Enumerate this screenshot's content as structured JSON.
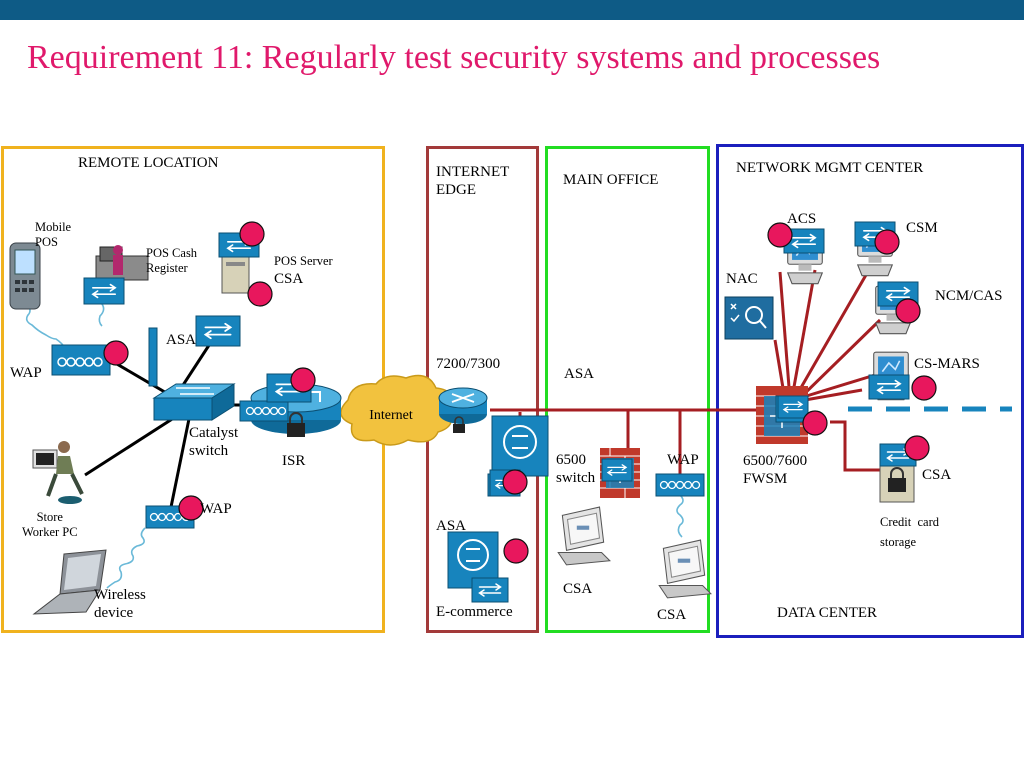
{
  "title": "Requirement 11: Regularly test security systems and processes",
  "zones": {
    "remote": "REMOTE LOCATION",
    "internet_edge": "INTERNET\nEDGE",
    "main_office": "MAIN OFFICE",
    "network_mgmt": "NETWORK MGMT CENTER",
    "data_center": "DATA CENTER"
  },
  "labels": {
    "mobile_pos": "Mobile\nPOS",
    "pos_cash_register": "POS Cash\nRegister",
    "pos_server": "POS Server",
    "csa_pos": "CSA",
    "asa_remote": "ASA",
    "wap_remote_1": "WAP",
    "catalyst_switch": "Catalyst\nswitch",
    "isr": "ISR",
    "internet": "Internet",
    "store_worker_pc": "Store\nWorker PC",
    "wap_remote_2": "WAP",
    "wireless_device": "Wireless\ndevice",
    "router_7200": "7200/7300",
    "asa_edge": "ASA",
    "ecommerce": "E-commerce",
    "asa_main": "ASA",
    "switch_6500": "6500\nswitch",
    "wap_main": "WAP",
    "csa_main_1": "CSA",
    "csa_main_2": "CSA",
    "acs": "ACS",
    "csm": "CSM",
    "nac": "NAC",
    "ncm_cas": "NCM/CAS",
    "cs_mars": "CS-MARS",
    "fwsm": "6500/7600\nFWSM",
    "csa_dc": "CSA",
    "credit_card_storage": "Credit  card\nstorage"
  },
  "colors": {
    "topbar": "#0e5b86",
    "title": "#e0196b",
    "remote_border": "#f0b21e",
    "edge_border": "#a33a3a",
    "main_border": "#22dd22",
    "ncc_border": "#1b1fbd",
    "link": "#a51e22",
    "marker": "#e8175d",
    "device": "#1784bd",
    "cloud": "#f2c23e"
  }
}
